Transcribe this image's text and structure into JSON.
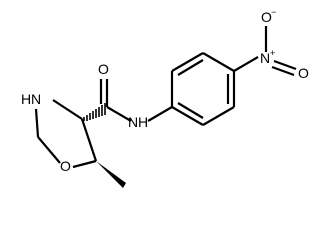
{
  "molecule": {
    "atoms": {
      "carbonyl_oxygen": "O",
      "ring_nitrogen": "N",
      "ring_nitrogen_h": "H",
      "amide_nitrogen": "N",
      "amide_nitrogen_h": "H",
      "ring_oxygen": "O",
      "nitro_nitrogen": "N",
      "nitro_nitrogen_charge": "+",
      "nitro_oxygen_single": "O",
      "nitro_oxygen_single_charge": "−",
      "nitro_oxygen_double": "O"
    }
  }
}
